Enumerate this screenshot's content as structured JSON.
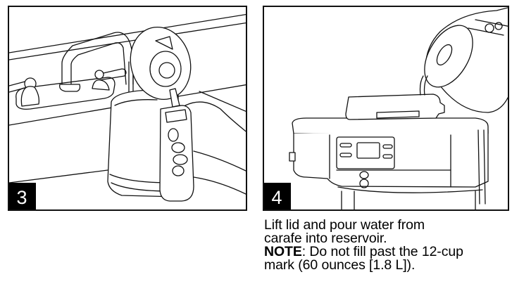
{
  "steps": [
    {
      "number": "3",
      "illustration": "Filling the carafe with water from a kitchen faucet, lid flipped open, hand holding carafe handle"
    },
    {
      "number": "4",
      "illustration": "Pouring water from the carafe into the open reservoir of the coffee maker"
    }
  ],
  "caption": {
    "line1": "Lift lid and pour water from",
    "line2": "carafe into reservoir.",
    "note_label": "NOTE",
    "note_text_1": ": Do not fill past the 12-cup",
    "note_text_2": "mark (60 ounces [1.8 L])."
  },
  "colors": {
    "ink": "#111111",
    "background": "#ffffff",
    "label_bg": "#000000",
    "label_text": "#ffffff"
  }
}
